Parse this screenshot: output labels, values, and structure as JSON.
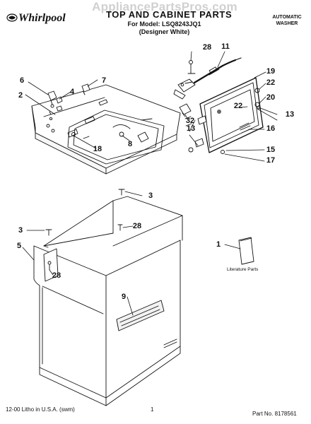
{
  "watermark": "AppliancePartsPros.com",
  "brand": {
    "name": "Whirlpool",
    "logo_color": "#111111"
  },
  "header": {
    "title": "TOP AND CABINET PARTS",
    "model_line": "For Model: LSQ8243JQ1",
    "variant_line": "(Designer White)",
    "product_line1": "AUTOMATIC",
    "product_line2": "WASHER"
  },
  "literature_label": "Literature Parts",
  "footer": {
    "print_info": "12-00 Litho in U.S.A. (swm)",
    "page_number": "1",
    "part_number": "Part No. 8178561"
  },
  "callouts": [
    {
      "id": "c28-top",
      "label": "28"
    },
    {
      "id": "c11",
      "label": "11"
    },
    {
      "id": "c19",
      "label": "19"
    },
    {
      "id": "c22-a",
      "label": "22"
    },
    {
      "id": "c20",
      "label": "20"
    },
    {
      "id": "c22-b",
      "label": "22"
    },
    {
      "id": "c13-a",
      "label": "13"
    },
    {
      "id": "c13-b",
      "label": "13"
    },
    {
      "id": "c16",
      "label": "16"
    },
    {
      "id": "c15",
      "label": "15"
    },
    {
      "id": "c17",
      "label": "17"
    },
    {
      "id": "c32",
      "label": "32"
    },
    {
      "id": "c6",
      "label": "6"
    },
    {
      "id": "c7",
      "label": "7"
    },
    {
      "id": "c4",
      "label": "4"
    },
    {
      "id": "c2",
      "label": "2"
    },
    {
      "id": "c8",
      "label": "8"
    },
    {
      "id": "c18",
      "label": "18"
    },
    {
      "id": "c3-a",
      "label": "3"
    },
    {
      "id": "c3-b",
      "label": "3"
    },
    {
      "id": "c28-mid",
      "label": "28"
    },
    {
      "id": "c5",
      "label": "5"
    },
    {
      "id": "c28-low",
      "label": "28"
    },
    {
      "id": "c9",
      "label": "9"
    },
    {
      "id": "c1",
      "label": "1"
    }
  ]
}
